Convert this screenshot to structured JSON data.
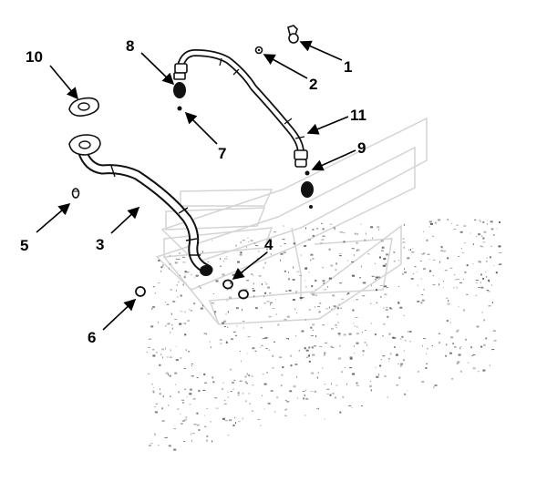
{
  "callouts": {
    "c1": "1",
    "c2": "2",
    "c3": "3",
    "c4": "4",
    "c5": "5",
    "c6": "6",
    "c7": "7",
    "c8": "8",
    "c9": "9",
    "c10": "10",
    "c11": "11"
  },
  "colors": {
    "line": "#111111",
    "background": "#ffffff",
    "ghost_engine": "#d4d4d4",
    "debris": "#555555"
  }
}
